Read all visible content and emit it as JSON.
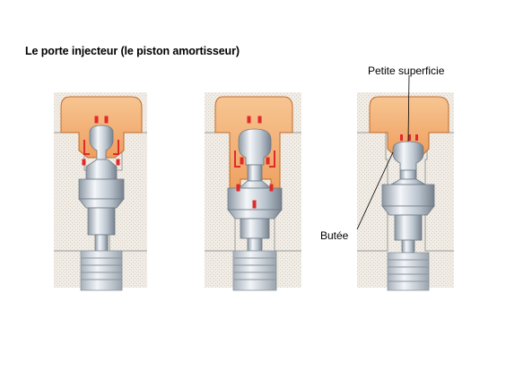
{
  "title": "Le porte injecteur (le piston amortisseur)",
  "labels": {
    "small_surface": "Petite superficie",
    "stop": "Butée"
  },
  "colors": {
    "housing_orange": "#f2b27a",
    "housing_outline": "#c06a2a",
    "steel_light": "#e4e9ee",
    "steel_mid": "#b6c0ca",
    "steel_dark": "#7d8894",
    "pressure_red": "#e02a2a",
    "body_stipple": "#ece7de",
    "body_outline": "#9a9a9a"
  }
}
